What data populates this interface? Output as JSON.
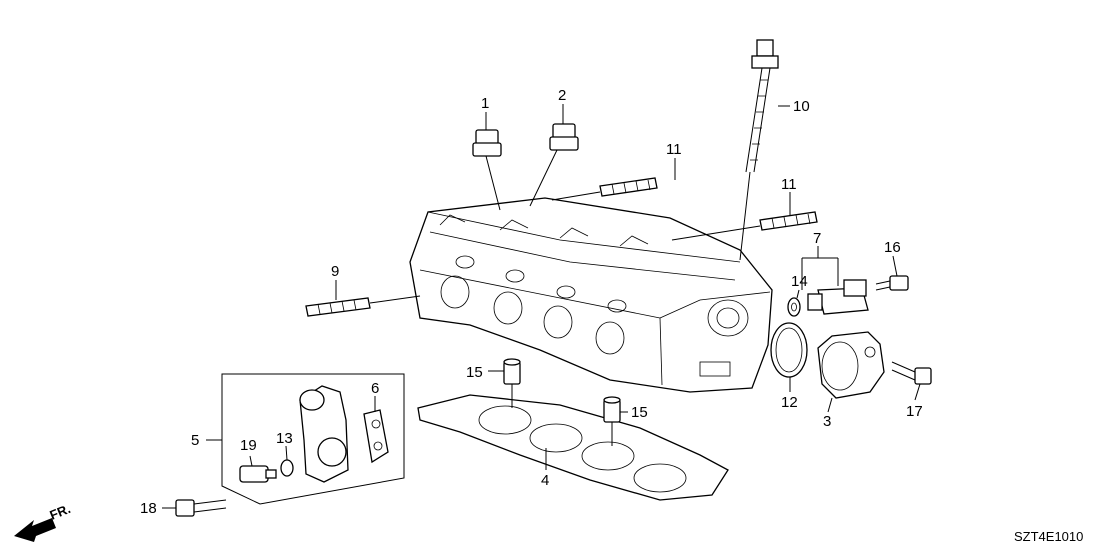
{
  "callouts": {
    "c1": "1",
    "c2": "2",
    "c3": "3",
    "c4": "4",
    "c5": "5",
    "c6": "6",
    "c7": "7",
    "c8": "9",
    "c9": "10",
    "c10": "11",
    "c11": "11",
    "c12": "12",
    "c13": "13",
    "c14": "14",
    "c15": "15",
    "c16": "15",
    "c17": "16",
    "c18": "17",
    "c19": "18",
    "c20": "19"
  },
  "direction_label": "FR.",
  "diagram_code": "SZT4E1010"
}
